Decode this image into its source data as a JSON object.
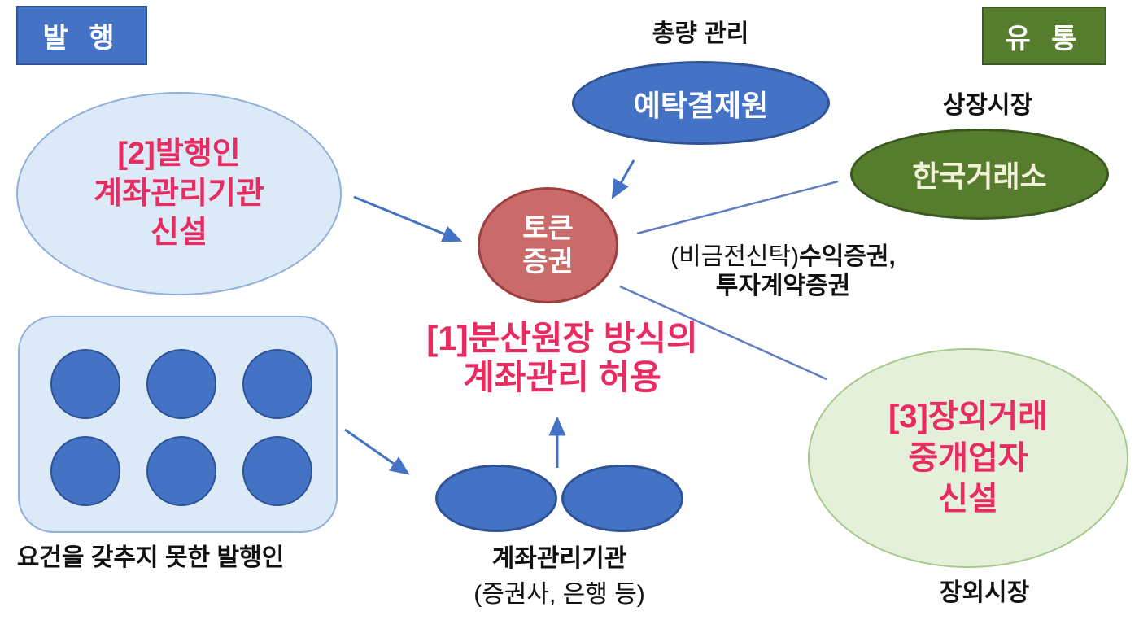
{
  "badges": {
    "issuance": "발 행",
    "distribution": "유 통"
  },
  "nodes": {
    "ksd": {
      "label_above": "총량 관리",
      "label": "예탁결제원"
    },
    "krx": {
      "label_above": "상장시장",
      "label": "한국거래소"
    },
    "issuer_amo": {
      "lines": [
        "[2]발행인",
        "계좌관리기관",
        "신설"
      ]
    },
    "token": {
      "lines": [
        "토큰",
        "증권"
      ]
    },
    "securities_note": {
      "line1_regular": "(비금전신탁)",
      "line1_bold": "수익증권,",
      "line2_bold": "투자계약증권"
    },
    "headline": {
      "lines": [
        "[1]분산원장 방식의",
        "계좌관리 허용"
      ]
    },
    "unqualified_issuers": {
      "caption": "요건을 갖추지 못한 발행인"
    },
    "amo": {
      "caption": "계좌관리기관",
      "caption_sub": "(증권사, 은행 등)"
    },
    "otc": {
      "lines": [
        "[3]장외거래",
        "중개업자",
        "신설"
      ],
      "caption": "장외시장"
    }
  },
  "colors": {
    "blue": "#4472C4",
    "blue_dark": "#2E5396",
    "green": "#567D2E",
    "green_dark": "#3A5920",
    "light_blue": "#DCE9F7",
    "light_green": "#E4F0DA",
    "red_circle": "#C96B6B",
    "pink_text": "#E82C62",
    "arrow": "#4472C4"
  }
}
